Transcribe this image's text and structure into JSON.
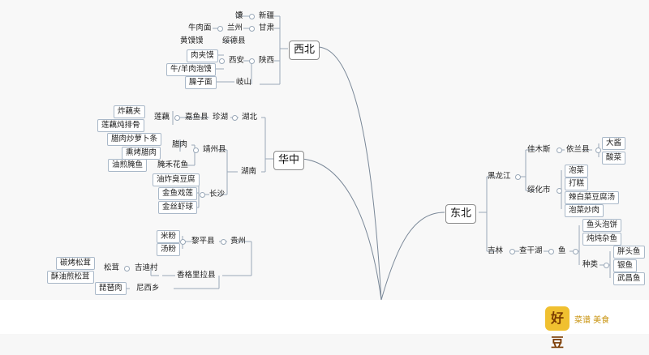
{
  "regions": {
    "xibei": "西北",
    "huazhong": "华中",
    "dongbei": "东北"
  },
  "xibei": {
    "xinjiang": {
      "province": "新疆",
      "food": "馕"
    },
    "gansu": {
      "province": "甘肃",
      "city": "兰州",
      "food": "牛肉面"
    },
    "suide": {
      "place": "绥德县",
      "food": "黄馍馍"
    },
    "shaanxi": {
      "province": "陕西",
      "city": "西安",
      "foods": [
        "肉夹馍",
        "牛/羊肉泡馍"
      ],
      "place2": "岐山",
      "food2": "臊子面"
    }
  },
  "huazhong": {
    "hubei": {
      "province": "湖北",
      "lake": "珍湖",
      "county": "嘉鱼县",
      "item": "莲藕",
      "foods": [
        "炸藕夹",
        "莲藕炖排骨"
      ]
    },
    "hunan": {
      "province": "湖南",
      "jingzhou": "靖州县",
      "larou": "腊肉",
      "larou_foods": [
        "腊肉炒萝卜条",
        "熏烤腊肉"
      ],
      "yanyu": "腌禾花鱼",
      "yanyu_food": "油煎腌鱼",
      "changsha": "长沙",
      "changsha_foods": [
        "油炸臭豆腐",
        "金鱼戏莲",
        "金丝虾球"
      ]
    },
    "guizhou": {
      "province": "贵州",
      "county": "黎平县",
      "foods": [
        "米粉",
        "汤粉"
      ]
    },
    "yunnan": {
      "county": "香格里拉县",
      "village": "吉迪村",
      "item": "松茸",
      "foods": [
        "碳烤松茸",
        "酥油煎松茸"
      ],
      "xiang": "尼西乡",
      "xiang_food": "琵琶肉"
    }
  },
  "dongbei": {
    "heilongjiang": {
      "province": "黑龙江",
      "jiamusi": "佳木斯",
      "yilan": "依兰县",
      "yilan_foods": [
        "大酱",
        "酸菜"
      ],
      "suihua": "绥化市",
      "suihua_foods": [
        "泡菜",
        "打糕",
        "辣白菜豆腐汤",
        "泡菜炒肉"
      ]
    },
    "jilin": {
      "province": "吉林",
      "lake": "查干湖",
      "fish": "鱼",
      "fish_foods": [
        "鱼头泡饼",
        "炖炖杂鱼"
      ],
      "kinds": "种类",
      "kinds_list": [
        "胖头鱼",
        "银鱼",
        "武昌鱼"
      ]
    }
  },
  "logo": {
    "badge": "好豆",
    "text": "菜谱 美食"
  },
  "colors": {
    "line": "#9aa8b8",
    "trunk": "#7a8898",
    "box_border": "#a9b8c8",
    "logo_bg": "#f0c030"
  }
}
